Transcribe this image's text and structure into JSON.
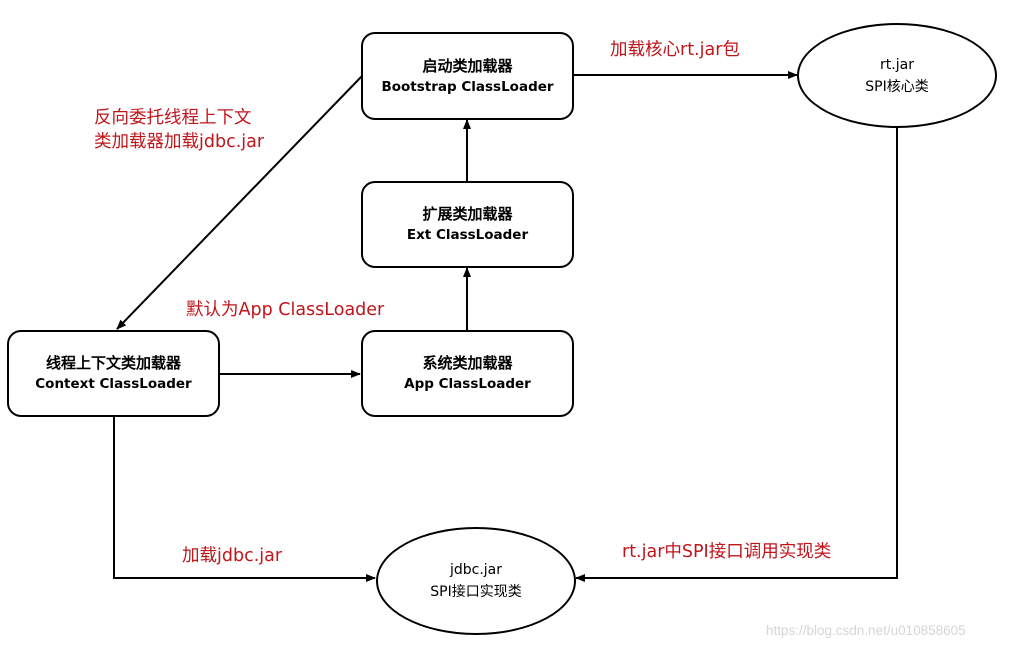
{
  "nodes": {
    "bootstrap": {
      "title_zh": "启动类加载器",
      "title_en": "Bootstrap ClassLoader"
    },
    "ext": {
      "title_zh": "扩展类加载器",
      "title_en": "Ext ClassLoader"
    },
    "app": {
      "title_zh": "系统类加载器",
      "title_en": "App ClassLoader"
    },
    "context": {
      "title_zh": "线程上下文类加载器",
      "title_en": "Context ClassLoader"
    },
    "rtjar": {
      "line1": "rt.jar",
      "line2": "SPI核心类"
    },
    "jdbcjar": {
      "line1": "jdbc.jar",
      "line2": "SPI接口实现类"
    }
  },
  "edges": {
    "bootstrap_to_rt": "加载核心rt.jar包",
    "bootstrap_to_context_line1": "反向委托线程上下文",
    "bootstrap_to_context_line2": "类加载器加载jdbc.jar",
    "context_to_app": "默认为App ClassLoader",
    "context_to_jdbc": "加载jdbc.jar",
    "rt_to_jdbc": "rt.jar中SPI接口调用实现类"
  },
  "colors": {
    "label": "#c0151b",
    "stroke": "#000000"
  },
  "watermark": "https://blog.csdn.net/u010858605"
}
